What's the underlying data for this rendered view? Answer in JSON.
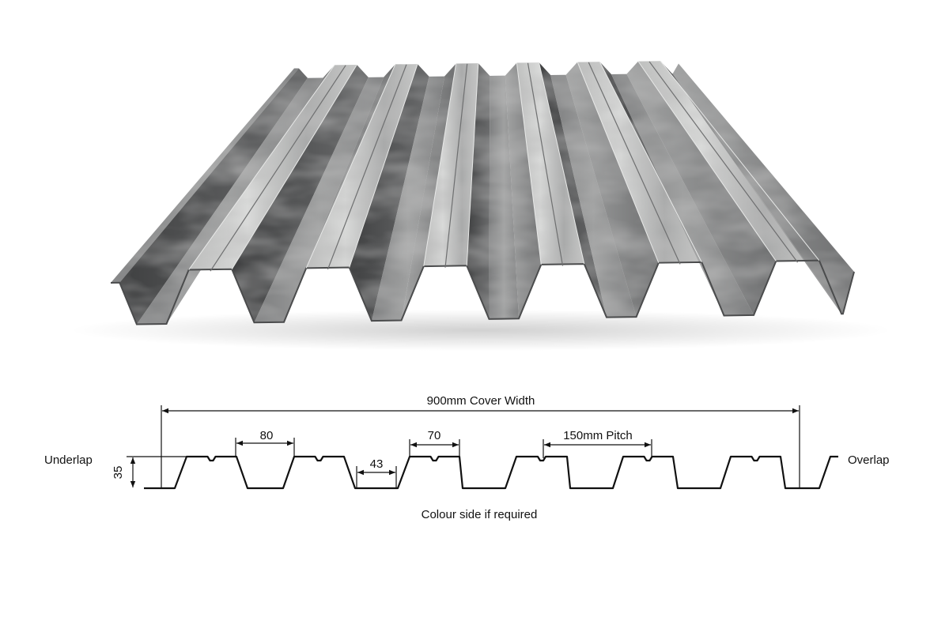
{
  "image": {
    "name": "galvanised trapezoidal profile sheet",
    "colors": {
      "background": "#ffffff",
      "sheet_light": "#c6c7c6",
      "sheet_mid": "#8f9090",
      "sheet_dark": "#4b4c4d",
      "outline": "#111111"
    }
  },
  "labels": {
    "cover_width": "900mm Cover Width",
    "crown_width": "80",
    "crown_top_width": "70",
    "trough_width": "43",
    "pitch": "150mm Pitch",
    "height": "35",
    "underlap": "Underlap",
    "overlap": "Overlap",
    "colour_side": "Colour side if required"
  },
  "profile": {
    "ribs": 6,
    "units": "mm"
  }
}
